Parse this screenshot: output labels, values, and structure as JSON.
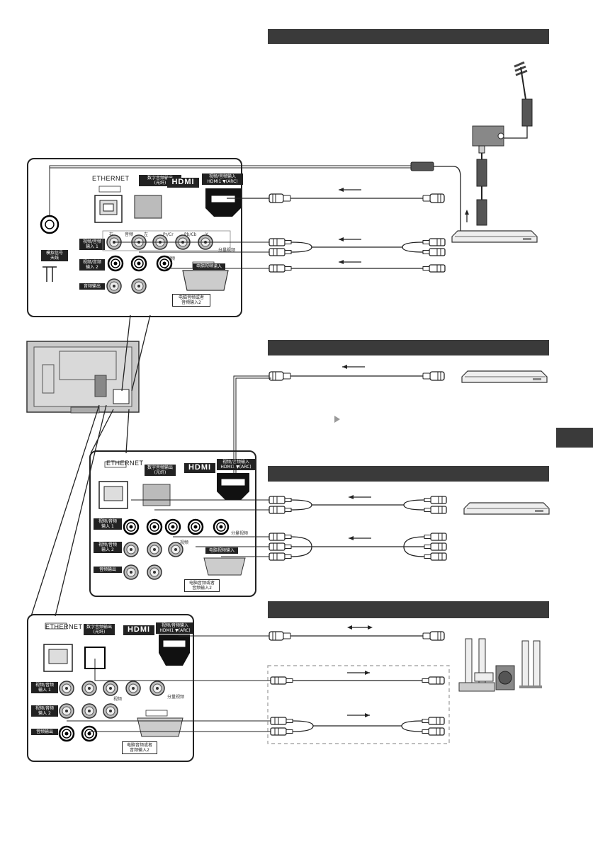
{
  "panel_top": {
    "ethernet": "ETHERNET",
    "optical_out": "数字音频输出\n(光纤)",
    "hdmi_logo": "HDMI",
    "av_in_hdmi": "视频/音频输入",
    "hdmi1_arc": "HDMI1 ▼(ARC)",
    "av_in1": "视频/音频\n输入 1",
    "av_in2": "视频/音频\n输入 2",
    "audio_out": "音频输出",
    "antenna": "模拟信号\n天线",
    "right": "右",
    "audio": "音频",
    "left": "左",
    "pr": "Pr/Cr",
    "pb": "Pb/Cb",
    "y": "Y",
    "component": "分量视频",
    "video": "视频",
    "pc_in": "电脑音频或者\n音频输入2",
    "pc_label": "电脑视频输入"
  },
  "panel_mid": {
    "ethernet": "ETHERNET",
    "optical_out": "数字音频输出\n(光纤)",
    "hdmi_logo": "HDMI",
    "av_in_hdmi": "视频/音频输入",
    "hdmi1_arc": "HDMI1 ▼(ARC)",
    "av_in1": "视频/音频\n输入 1",
    "av_in2": "视频/音频\n输入 2",
    "audio_out": "音频输出",
    "component": "分量视频",
    "video": "视频",
    "pc_in": "电脑音频或者\n音频输入2",
    "pc_label": "电脑视频输入"
  },
  "panel_bot": {
    "ethernet": "ETHERNET",
    "optical_out": "数字音频输出\n(光纤)",
    "hdmi_logo": "HDMI",
    "av_in_hdmi": "视频/音频输入",
    "hdmi1_arc": "HDMI1 ▼(ARC)",
    "av_in1": "视频/音频\n输入 1",
    "av_in2": "视频/音频\n输入 2",
    "audio_out": "音频输出",
    "component": "分量视频",
    "video": "视频",
    "pc_in": "电脑音频或者\n音频输入2"
  }
}
